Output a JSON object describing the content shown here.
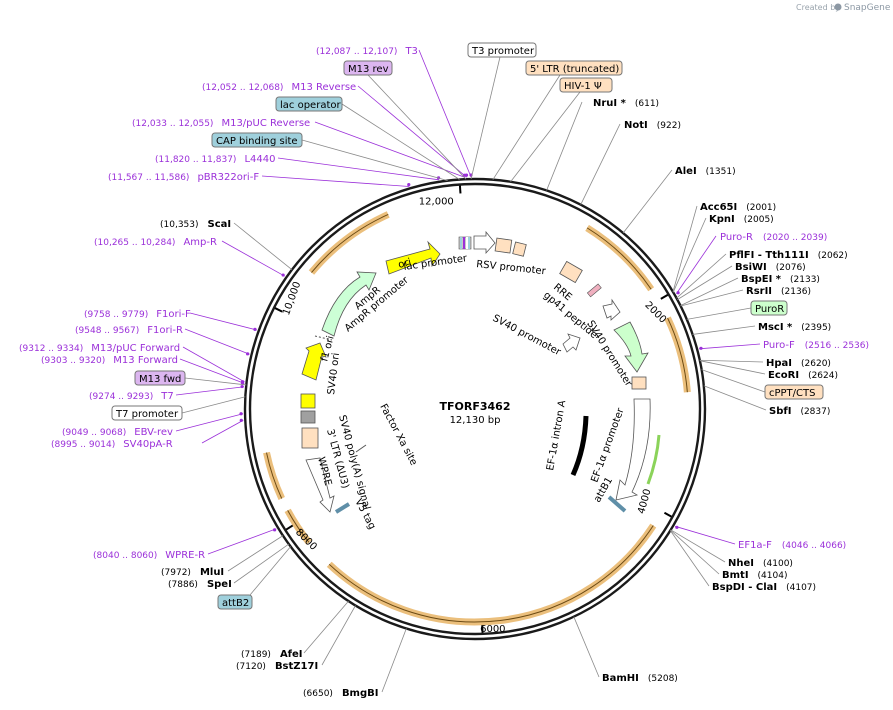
{
  "credit": {
    "prefix": "Created by",
    "brand": "SnapGene"
  },
  "plasmid": {
    "name": "TFORF3462",
    "size_label": "12,130 bp",
    "length": 12130
  },
  "scale_ticks": [
    {
      "pos": 2000,
      "label": "2000"
    },
    {
      "pos": 4000,
      "label": "4000"
    },
    {
      "pos": 6000,
      "label": "6000"
    },
    {
      "pos": 8000,
      "label": "8000"
    },
    {
      "pos": 10000,
      "label": "10,000"
    },
    {
      "pos": 12000,
      "label": "12,000"
    }
  ],
  "enzymes": [
    {
      "name": "NruI *",
      "pos_label": "(611)",
      "pos": 611
    },
    {
      "name": "NotI",
      "pos_label": "(922)",
      "pos": 922
    },
    {
      "name": "AleI",
      "pos_label": "(1351)",
      "pos": 1351
    },
    {
      "name": "Acc65I",
      "pos_label": "(2001)",
      "pos": 2001
    },
    {
      "name": "KpnI",
      "pos_label": "(2005)",
      "pos": 2005
    },
    {
      "name": "PflFI - Tth111I",
      "pos_label": "(2062)",
      "pos": 2062
    },
    {
      "name": "BsiWI",
      "pos_label": "(2076)",
      "pos": 2076
    },
    {
      "name": "BspEI *",
      "pos_label": "(2133)",
      "pos": 2133
    },
    {
      "name": "RsrII",
      "pos_label": "(2136)",
      "pos": 2136
    },
    {
      "name": "MscI *",
      "pos_label": "(2395)",
      "pos": 2395
    },
    {
      "name": "HpaI",
      "pos_label": "(2620)",
      "pos": 2620
    },
    {
      "name": "EcoRI",
      "pos_label": "(2624)",
      "pos": 2624
    },
    {
      "name": "SbfI",
      "pos_label": "(2837)",
      "pos": 2837
    },
    {
      "name": "NheI",
      "pos_label": "(4100)",
      "pos": 4100
    },
    {
      "name": "BmtI",
      "pos_label": "(4104)",
      "pos": 4104
    },
    {
      "name": "BspDI - ClaI",
      "pos_label": "(4107)",
      "pos": 4107
    },
    {
      "name": "BamHI",
      "pos_label": "(5208)",
      "pos": 5208
    },
    {
      "name": "BmgBI",
      "pos_label": "(6650)",
      "pos": 6650
    },
    {
      "name": "BstZ17I",
      "pos_label": "(7120)",
      "pos": 7120
    },
    {
      "name": "AfeI",
      "pos_label": "(7189)",
      "pos": 7189
    },
    {
      "name": "SpeI",
      "pos_label": "(7886)",
      "pos": 7886
    },
    {
      "name": "MluI",
      "pos_label": "(7972)",
      "pos": 7972
    },
    {
      "name": "ScaI",
      "pos_label": "(10,353)",
      "pos": 10353
    }
  ],
  "primers": [
    {
      "name": "T3",
      "range": "(12,087 .. 12,107)",
      "start": 12087,
      "end": 12107
    },
    {
      "name": "M13 Reverse",
      "range": "(12,052 .. 12,068)",
      "start": 12052,
      "end": 12068
    },
    {
      "name": "M13/pUC Reverse",
      "range": "(12,033 .. 12,055)",
      "start": 12033,
      "end": 12055
    },
    {
      "name": "L4440",
      "range": "(11,820 .. 11,837)",
      "start": 11820,
      "end": 11837
    },
    {
      "name": "pBR322ori-F",
      "range": "(11,567 .. 11,586)",
      "start": 11567,
      "end": 11586
    },
    {
      "name": "Amp-R",
      "range": "(10,265 .. 10,284)",
      "start": 10265,
      "end": 10284
    },
    {
      "name": "F1ori-F",
      "range": "(9758 .. 9779)",
      "start": 9758,
      "end": 9779
    },
    {
      "name": "F1ori-R",
      "range": "(9548 .. 9567)",
      "start": 9548,
      "end": 9567
    },
    {
      "name": "M13/pUC Forward",
      "range": "(9312 .. 9334)",
      "start": 9312,
      "end": 9334
    },
    {
      "name": "M13 Forward",
      "range": "(9303 .. 9320)",
      "start": 9303,
      "end": 9320
    },
    {
      "name": "T7",
      "range": "(9274 .. 9293)",
      "start": 9274,
      "end": 9293
    },
    {
      "name": "EBV-rev",
      "range": "(9049 .. 9068)",
      "start": 9049,
      "end": 9068
    },
    {
      "name": "SV40pA-R",
      "range": "(8995 .. 9014)",
      "start": 8995,
      "end": 9014
    },
    {
      "name": "WPRE-R",
      "range": "(8040 .. 8060)",
      "start": 8040,
      "end": 8060
    },
    {
      "name": "Puro-R",
      "range": "(2020 .. 2039)",
      "start": 2020,
      "end": 2039
    },
    {
      "name": "Puro-F",
      "range": "(2516 .. 2536)",
      "start": 2516,
      "end": 2536
    },
    {
      "name": "EF1a-F",
      "range": "(4046 .. 4066)",
      "start": 4046,
      "end": 4066
    }
  ],
  "boxed_labels": [
    {
      "text": "T3 promoter",
      "kind": "promoter"
    },
    {
      "text": "5' LTR (truncated)",
      "kind": "ltr"
    },
    {
      "text": "HIV-1 Ψ",
      "kind": "ltr"
    },
    {
      "text": "M13 rev",
      "kind": "primer_bind"
    },
    {
      "text": "lac operator",
      "kind": "protein_bind"
    },
    {
      "text": "CAP binding site",
      "kind": "protein_bind"
    },
    {
      "text": "PuroR",
      "kind": "cds"
    },
    {
      "text": "cPPT/CTS",
      "kind": "ltr"
    },
    {
      "text": "M13 fwd",
      "kind": "primer_bind"
    },
    {
      "text": "T7 promoter",
      "kind": "promoter"
    },
    {
      "text": "attB2",
      "kind": "protein_bind"
    }
  ],
  "inner_features": [
    {
      "text": "ori"
    },
    {
      "text": "lac promoter"
    },
    {
      "text": "RSV promoter"
    },
    {
      "text": "AmpR"
    },
    {
      "text": "AmpR promoter"
    },
    {
      "text": "f1 ori"
    },
    {
      "text": "SV40 ori"
    },
    {
      "text": "RRE"
    },
    {
      "text": "gp41 peptide"
    },
    {
      "text": "SV40 promoter"
    },
    {
      "text": "SV40 promoter"
    },
    {
      "text": "EF-1α intron A"
    },
    {
      "text": "EF-1α promoter"
    },
    {
      "text": "attB1"
    },
    {
      "text": "Factor Xa site"
    },
    {
      "text": "SV40 poly(A) signal"
    },
    {
      "text": "3' LTR (ΔU3)"
    },
    {
      "text": "V5 tag"
    },
    {
      "text": "WPRE"
    }
  ],
  "colors": {
    "primer": "#9b30d9",
    "backbone": "#1a1a1a",
    "orf": "#e8b465",
    "ori_fill": "#ffff00",
    "ampr_fill": "#ccffd6",
    "ltr_fill": "#ffe0c0",
    "protein_bind_fill": "#9fd0dc",
    "primer_bind_fill": "#dcb6f0",
    "cds_fill": "#ccffcc",
    "promoter_fill": "#ffffff",
    "gray_feature": "#a0a0a0",
    "credit": "#9aa4ad"
  }
}
